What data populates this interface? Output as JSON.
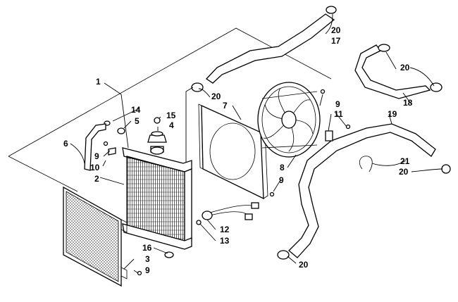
{
  "diagram": {
    "callouts": [
      {
        "id": "c1",
        "text": "1"
      },
      {
        "id": "c2",
        "text": "2"
      },
      {
        "id": "c3",
        "text": "3"
      },
      {
        "id": "c4",
        "text": "4"
      },
      {
        "id": "c5",
        "text": "5"
      },
      {
        "id": "c6",
        "text": "6"
      },
      {
        "id": "c7",
        "text": "7"
      },
      {
        "id": "c8",
        "text": "8"
      },
      {
        "id": "c9a",
        "text": "9"
      },
      {
        "id": "c9b",
        "text": "9"
      },
      {
        "id": "c9c",
        "text": "9"
      },
      {
        "id": "c9d",
        "text": "9"
      },
      {
        "id": "c10",
        "text": "10"
      },
      {
        "id": "c11",
        "text": "11"
      },
      {
        "id": "c12",
        "text": "12"
      },
      {
        "id": "c13",
        "text": "13"
      },
      {
        "id": "c14",
        "text": "14"
      },
      {
        "id": "c15",
        "text": "15"
      },
      {
        "id": "c16",
        "text": "16"
      },
      {
        "id": "c17",
        "text": "17"
      },
      {
        "id": "c18",
        "text": "18"
      },
      {
        "id": "c19",
        "text": "19"
      },
      {
        "id": "c20a",
        "text": "20"
      },
      {
        "id": "c20b",
        "text": "20"
      },
      {
        "id": "c20c",
        "text": "20"
      },
      {
        "id": "c20d",
        "text": "20"
      },
      {
        "id": "c20e",
        "text": "20"
      },
      {
        "id": "c21",
        "text": "21"
      }
    ]
  }
}
